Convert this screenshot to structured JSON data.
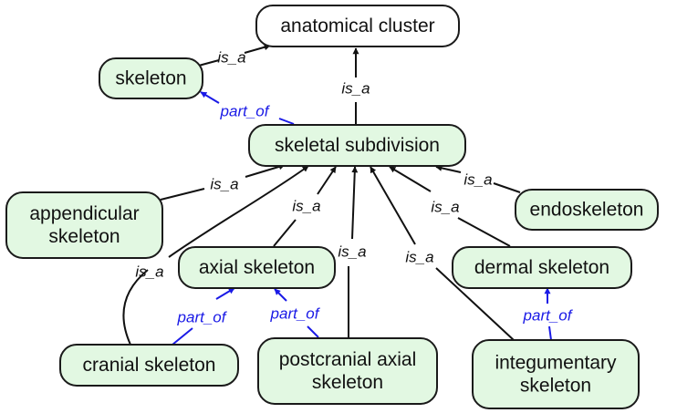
{
  "diagram": {
    "title": "skeletal subdivision ontology graph",
    "colors": {
      "node_fill": "#e2f8e2",
      "root_fill": "#ffffff",
      "root_text": "#dd1a1a",
      "is_a": "#111111",
      "part_of": "#1a1ae6"
    },
    "nodes": [
      {
        "id": "anatomical_cluster",
        "lines": [
          "anatomical cluster"
        ],
        "root": true
      },
      {
        "id": "skeleton",
        "lines": [
          "skeleton"
        ]
      },
      {
        "id": "skeletal_subdivision",
        "lines": [
          "skeletal subdivision"
        ]
      },
      {
        "id": "appendicular_skeleton",
        "lines": [
          "appendicular",
          "skeleton"
        ]
      },
      {
        "id": "endoskeleton",
        "lines": [
          "endoskeleton"
        ]
      },
      {
        "id": "axial_skeleton",
        "lines": [
          "axial skeleton"
        ]
      },
      {
        "id": "dermal_skeleton",
        "lines": [
          "dermal skeleton"
        ]
      },
      {
        "id": "cranial_skeleton",
        "lines": [
          "cranial skeleton"
        ]
      },
      {
        "id": "postcranial_axial_skeleton",
        "lines": [
          "postcranial axial",
          "skeleton"
        ]
      },
      {
        "id": "integumentary_skeleton",
        "lines": [
          "integumentary",
          "skeleton"
        ]
      }
    ],
    "edges": [
      {
        "from": "skeleton",
        "to": "anatomical_cluster",
        "label": "is_a",
        "type": "is_a"
      },
      {
        "from": "skeletal_subdivision",
        "to": "anatomical_cluster",
        "label": "is_a",
        "type": "is_a"
      },
      {
        "from": "skeletal_subdivision",
        "to": "skeleton",
        "label": "part_of",
        "type": "part_of"
      },
      {
        "from": "appendicular_skeleton",
        "to": "skeletal_subdivision",
        "label": "is_a",
        "type": "is_a"
      },
      {
        "from": "cranial_skeleton",
        "to": "skeletal_subdivision",
        "label": "is_a",
        "type": "is_a"
      },
      {
        "from": "axial_skeleton",
        "to": "skeletal_subdivision",
        "label": "is_a",
        "type": "is_a"
      },
      {
        "from": "postcranial_axial_skeleton",
        "to": "skeletal_subdivision",
        "label": "is_a",
        "type": "is_a"
      },
      {
        "from": "integumentary_skeleton",
        "to": "skeletal_subdivision",
        "label": "is_a",
        "type": "is_a"
      },
      {
        "from": "dermal_skeleton",
        "to": "skeletal_subdivision",
        "label": "is_a",
        "type": "is_a"
      },
      {
        "from": "endoskeleton",
        "to": "skeletal_subdivision",
        "label": "is_a",
        "type": "is_a"
      },
      {
        "from": "cranial_skeleton",
        "to": "axial_skeleton",
        "label": "part_of",
        "type": "part_of"
      },
      {
        "from": "postcranial_axial_skeleton",
        "to": "axial_skeleton",
        "label": "part_of",
        "type": "part_of"
      },
      {
        "from": "integumentary_skeleton",
        "to": "dermal_skeleton",
        "label": "part_of",
        "type": "part_of"
      }
    ]
  }
}
